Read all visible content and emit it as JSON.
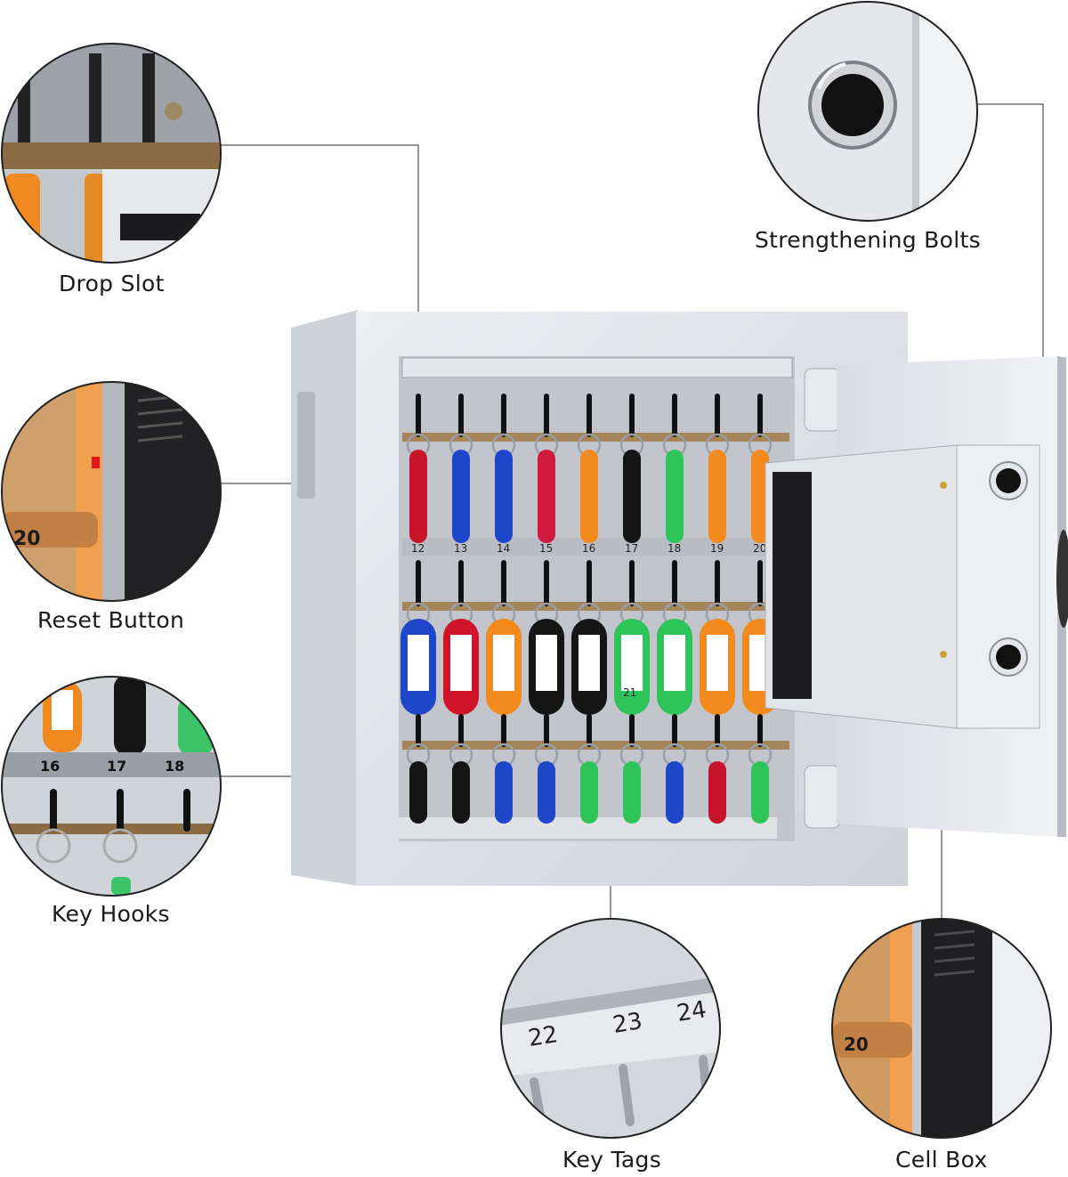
{
  "callouts": {
    "drop_slot": "Drop Slot",
    "reset_button": "Reset Button",
    "key_hooks": "Key Hooks",
    "strengthening_bolts": "Strengthening Bolts",
    "key_tags": "Key Tags",
    "cell_box": "Cell Box"
  },
  "hook_numbers": {
    "row1": [
      "12",
      "13",
      "14",
      "15",
      "16",
      "17",
      "18",
      "19",
      "20"
    ],
    "row2_visible": "21"
  },
  "zoom_numbers": {
    "reset": "20",
    "hooks": [
      "16",
      "17",
      "18"
    ],
    "tags": [
      "22",
      "23",
      "24"
    ],
    "cellbox": "20"
  },
  "tag_colors": {
    "row1": [
      "#c8142a",
      "#1e46c8",
      "#1e46c8",
      "#d01a40",
      "#f28a1e",
      "#151515",
      "#2ec45a",
      "#f28a1e",
      "#f28a1e"
    ],
    "row2": [
      "#1e46c8",
      "#d0142a",
      "#f28a1e",
      "#151515",
      "#151515",
      "#2ec45a",
      "#2ec45a",
      "#f28a1e",
      "#f28a1e"
    ],
    "row3": [
      "#151515",
      "#151515",
      "#1e46c8",
      "#1e46c8",
      "#2ec45a",
      "#2ec45a",
      "#1e46c8",
      "#c8142a",
      "#2ec45a"
    ]
  }
}
